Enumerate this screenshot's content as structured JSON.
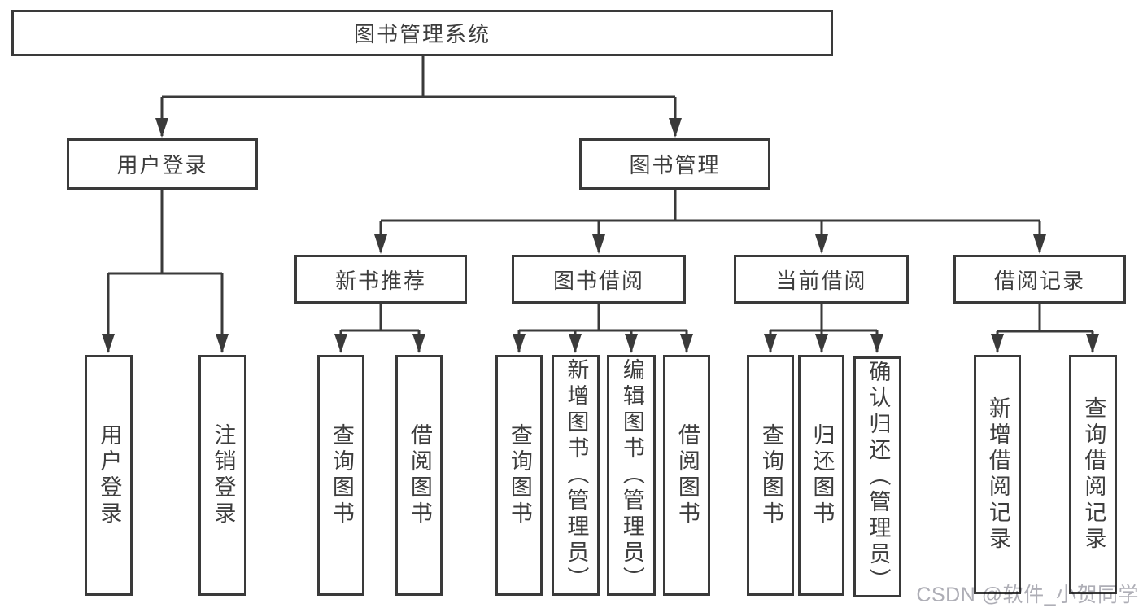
{
  "diagram": {
    "title": "图书管理系统",
    "type": "hierarchy-tree"
  },
  "nodes": {
    "root": "图书管理系统",
    "level2": [
      "用户登录",
      "图书管理"
    ],
    "level3": [
      "新书推荐",
      "图书借阅",
      "当前借阅",
      "借阅记录"
    ],
    "level4": {
      "user_login_children": [
        "用户登录",
        "注销登录"
      ],
      "new_book_children": [
        "查询图书",
        "借阅图书"
      ],
      "borrow_children": [
        "查询图书",
        "新增图书（管理员）",
        "编辑图书（管理员）",
        "借阅图书"
      ],
      "current_children": [
        "查询图书",
        "归还图书",
        "确认归还（管理员）"
      ],
      "record_children": [
        "新增借阅记录",
        "查询借阅记录"
      ]
    }
  },
  "watermark": "CSDN @软件_小贺同学",
  "colors": {
    "line": "#3a3a3a",
    "box_border": "#3a3a3a",
    "box_background": "#ffffff",
    "text": "#3d3d3d",
    "watermark": "#aeaeb6",
    "page_background": "#ffffff"
  }
}
